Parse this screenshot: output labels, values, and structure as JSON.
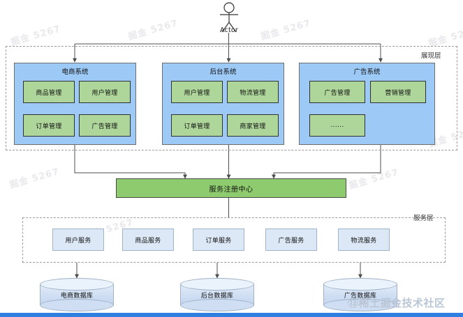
{
  "diagram": {
    "actor": {
      "label": "Actor",
      "icon": "actor-stick-figure-icon"
    },
    "layers": [
      {
        "id": "presentation",
        "label": "展现层"
      },
      {
        "id": "service",
        "label": "服务层"
      }
    ],
    "systems": [
      {
        "id": "ecommerce",
        "title": "电商系统",
        "modules": [
          "商品管理",
          "用户管理",
          "订单管理",
          "广告管理"
        ]
      },
      {
        "id": "backoffice",
        "title": "后台系统",
        "modules": [
          "用户管理",
          "物流管理",
          "订单管理",
          "商家管理"
        ]
      },
      {
        "id": "advertising",
        "title": "广告系统",
        "modules": [
          "广告管理",
          "营销管理",
          "......"
        ]
      }
    ],
    "registry": {
      "label": "服务注册中心"
    },
    "services": [
      "用户服务",
      "商品服务",
      "订单服务",
      "广告服务",
      "物流服务"
    ],
    "databases": [
      "电商数据库",
      "后台数据库",
      "广告数据库"
    ],
    "watermarks": [
      "掘金 5267",
      "掘金 5267",
      "掘金 5267",
      "掘金 5267",
      "掘金 5267",
      "掘金 5267",
      "掘金 5267",
      "掘金 5267"
    ],
    "brand_watermark": "⑬稀土掘金技术社区",
    "colors": {
      "system_fill": "#9dc9f7",
      "module_fill": "#aed69a",
      "registry_fill": "#8ecb6e",
      "service_fill": "#dde8f6",
      "database_fill": "#cfdef2",
      "layer_border": "#9a9a9a",
      "footer_bar": "#2f7fe0"
    }
  }
}
